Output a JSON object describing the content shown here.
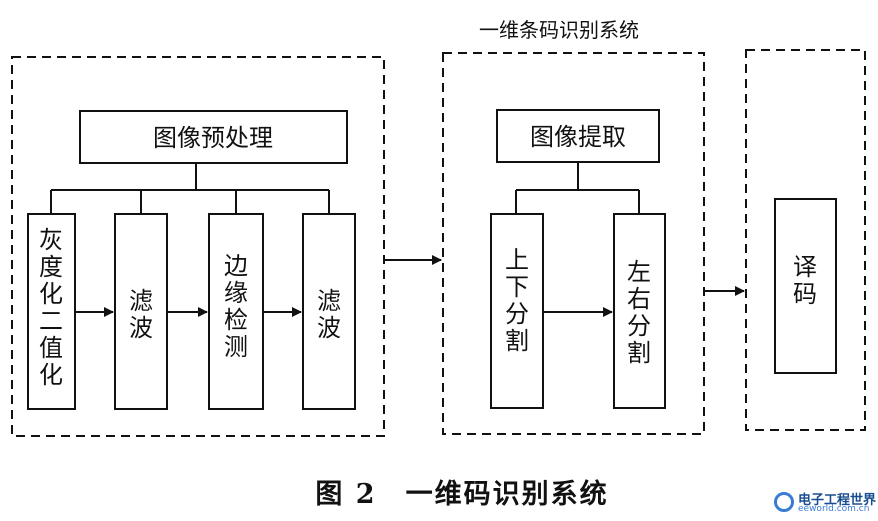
{
  "diagram": {
    "group2_title": "一维条码识别系统",
    "preprocess_label": "图像预处理",
    "steps": [
      "灰度化二值化",
      "滤波",
      "边缘检测",
      "滤波"
    ],
    "extract_label": "图像提取",
    "split_vertical": "上下分割",
    "split_horizontal": "左右分割",
    "decode_label": "译码"
  },
  "caption": "图 2　一维码识别系统",
  "watermark": {
    "name": "电子工程世界",
    "url": "eeworld.com.cn",
    "brand_color": "#1a4d8f"
  }
}
